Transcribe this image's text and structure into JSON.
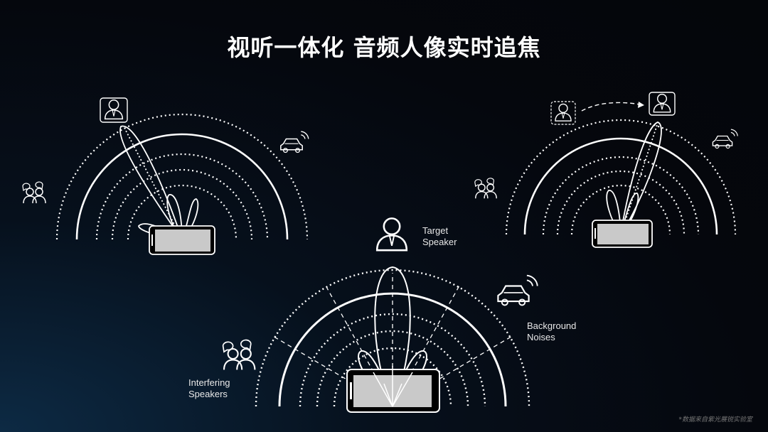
{
  "title": "视听一体化 音频人像实时追焦",
  "labels": {
    "target": "Target\nSpeaker",
    "background": "Background\nNoises",
    "interfering": "Interfering\nSpeakers"
  },
  "footer": "*数据来自紫光展锐实验室",
  "colors": {
    "accent": "#ffffff",
    "screen": "#c9c9c9",
    "background": "#05070d"
  }
}
